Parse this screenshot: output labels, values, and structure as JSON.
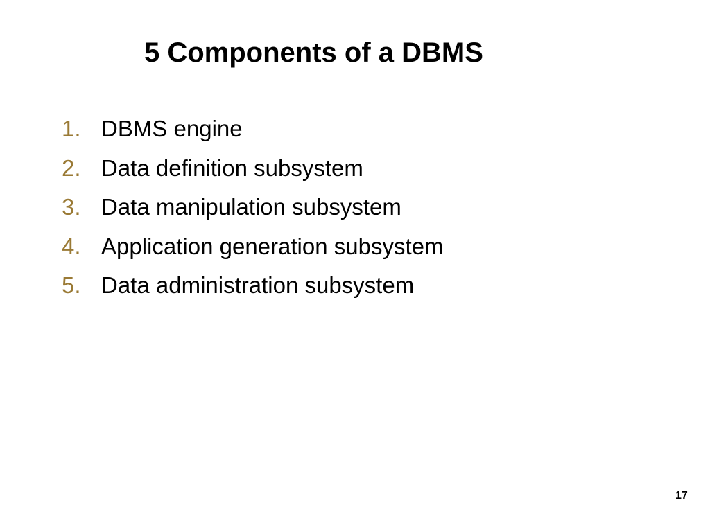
{
  "slide": {
    "title": "5 Components of a DBMS",
    "number_color": "#9A7A35",
    "items": [
      {
        "number": "1.",
        "label": "DBMS engine"
      },
      {
        "number": "2.",
        "label": "Data definition subsystem"
      },
      {
        "number": "3.",
        "label": "Data manipulation subsystem"
      },
      {
        "number": "4.",
        "label": "Application generation subsystem"
      },
      {
        "number": "5.",
        "label": "Data administration subsystem"
      }
    ],
    "page_number": "17"
  }
}
